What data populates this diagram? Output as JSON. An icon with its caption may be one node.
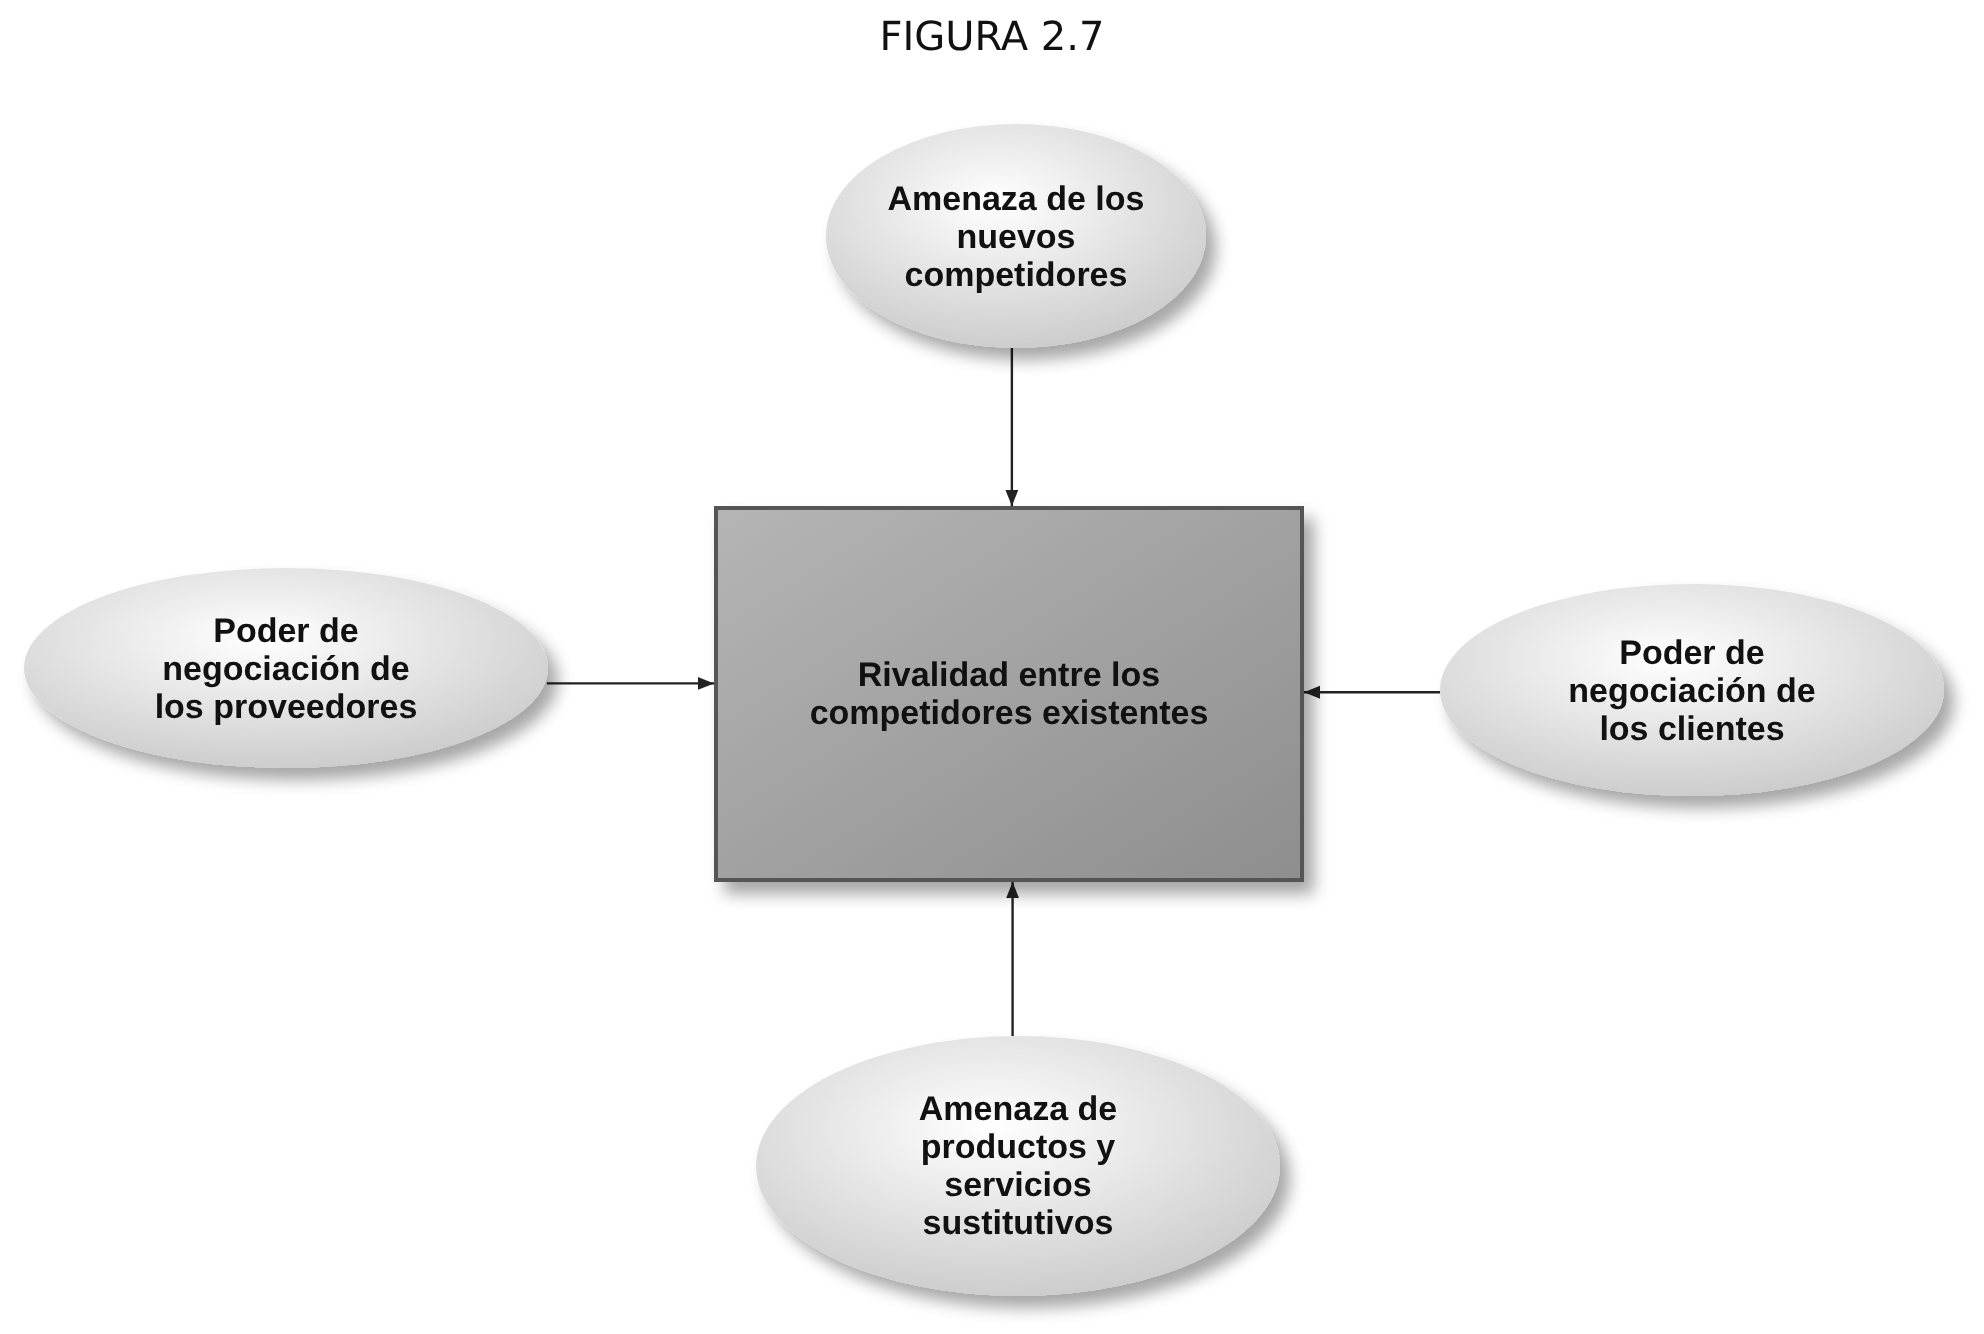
{
  "diagram": {
    "title": "FIGURA 2.7",
    "nodes": [
      {
        "text": [
          "Amenaza de los nuevos competidores"
        ]
      },
      {
        "text": [
          "Poder de negociación de los proveedores"
        ]
      },
      {
        "text": [
          "Rivalidad entre los competidores existentes"
        ]
      },
      {
        "text": [
          "Poder de negociación de los clientes"
        ]
      },
      {
        "text": [
          "Amenaza de productos y servicios sustitutivos"
        ]
      }
    ],
    "edges": [
      {
        "from": 0,
        "to": 2,
        "arrow": "to"
      },
      {
        "from": 1,
        "to": 2,
        "arrow": "to"
      },
      {
        "from": 3,
        "to": 2,
        "arrow": "to"
      },
      {
        "from": 4,
        "to": 2,
        "arrow": "to"
      }
    ]
  }
}
